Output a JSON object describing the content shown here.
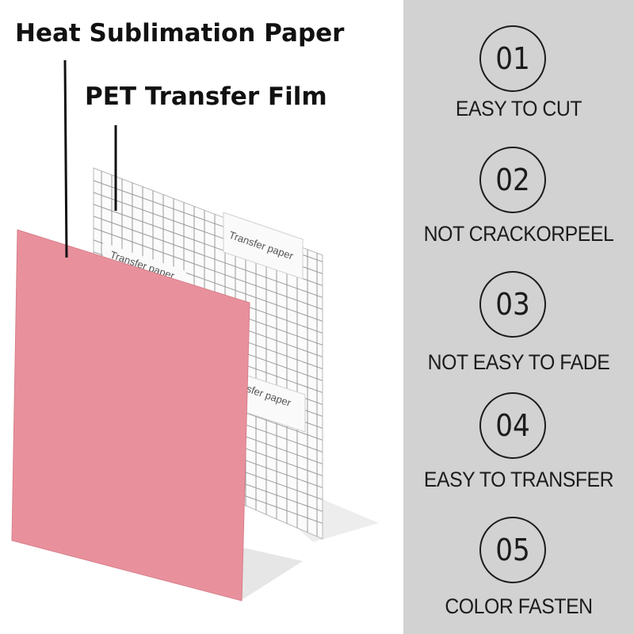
{
  "labels": {
    "heat_sublimation": "Heat Sublimation Paper",
    "pet_film": "PET Transfer Film"
  },
  "film_prints": [
    "Transfer paper",
    "Transfer paper",
    "sfer paper"
  ],
  "features": [
    {
      "number": "01",
      "text": "EASY TO CUT"
    },
    {
      "number": "02",
      "text": "NOT CRACKORPEEL"
    },
    {
      "number": "03",
      "text": "NOT EASY TO FADE"
    },
    {
      "number": "04",
      "text": "EASY TO TRANSFER"
    },
    {
      "number": "05",
      "text": "COLOR FASTEN"
    }
  ],
  "colors": {
    "pink_sheet": "#e8919c",
    "panel_gray": "#d3d2d3",
    "text_dark": "#1c1c1c"
  }
}
